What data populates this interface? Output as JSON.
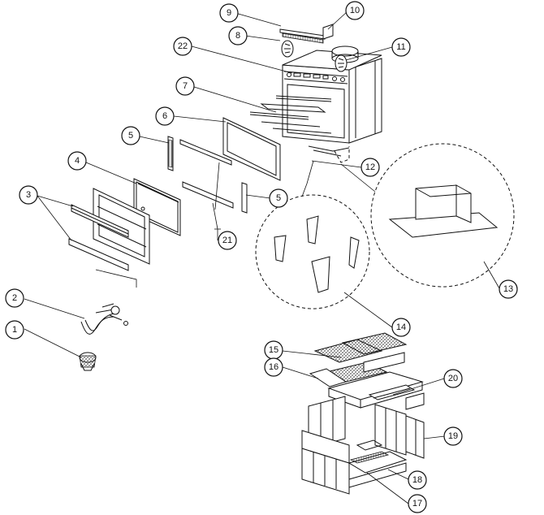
{
  "parts": [
    {
      "id": "callout-1",
      "label": "1"
    },
    {
      "id": "callout-2",
      "label": "2"
    },
    {
      "id": "callout-3",
      "label": "3"
    },
    {
      "id": "callout-4",
      "label": "4"
    },
    {
      "id": "callout-5a",
      "label": "5"
    },
    {
      "id": "callout-5b",
      "label": "5"
    },
    {
      "id": "callout-6",
      "label": "6"
    },
    {
      "id": "callout-7",
      "label": "7"
    },
    {
      "id": "callout-8",
      "label": "8"
    },
    {
      "id": "callout-9",
      "label": "9"
    },
    {
      "id": "callout-10",
      "label": "10"
    },
    {
      "id": "callout-11",
      "label": "11"
    },
    {
      "id": "callout-12",
      "label": "12"
    },
    {
      "id": "callout-13",
      "label": "13"
    },
    {
      "id": "callout-14",
      "label": "14"
    },
    {
      "id": "callout-15",
      "label": "15"
    },
    {
      "id": "callout-16",
      "label": "16"
    },
    {
      "id": "callout-17",
      "label": "17"
    },
    {
      "id": "callout-18",
      "label": "18"
    },
    {
      "id": "callout-19",
      "label": "19"
    },
    {
      "id": "callout-20",
      "label": "20"
    },
    {
      "id": "callout-21",
      "label": "21"
    },
    {
      "id": "callout-22",
      "label": "22"
    }
  ]
}
